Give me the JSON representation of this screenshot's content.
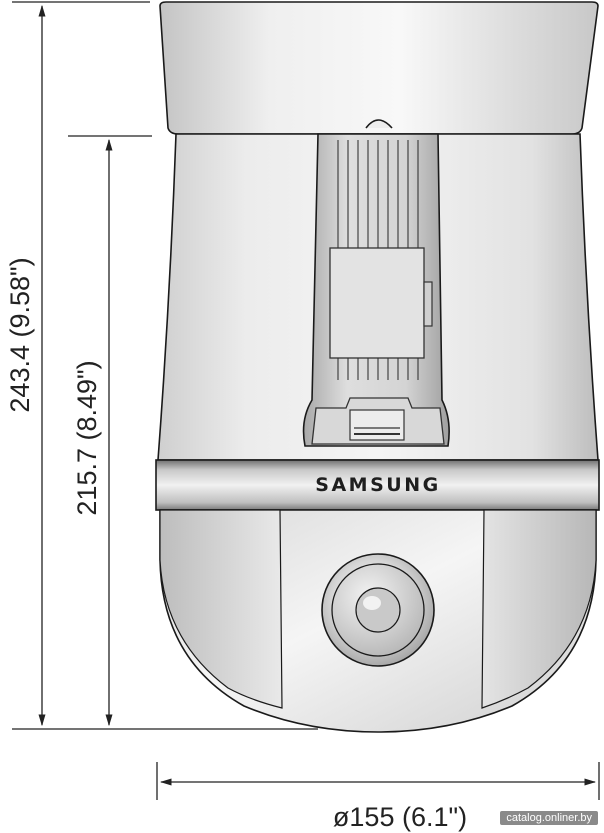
{
  "dimensions": {
    "overall_height": "243.4 (9.58\")",
    "body_height": "215.7 (8.49\")",
    "diameter": "ø155 (6.1\")"
  },
  "brand": "SAMSUNG",
  "watermark": "catalog.onliner.by"
}
